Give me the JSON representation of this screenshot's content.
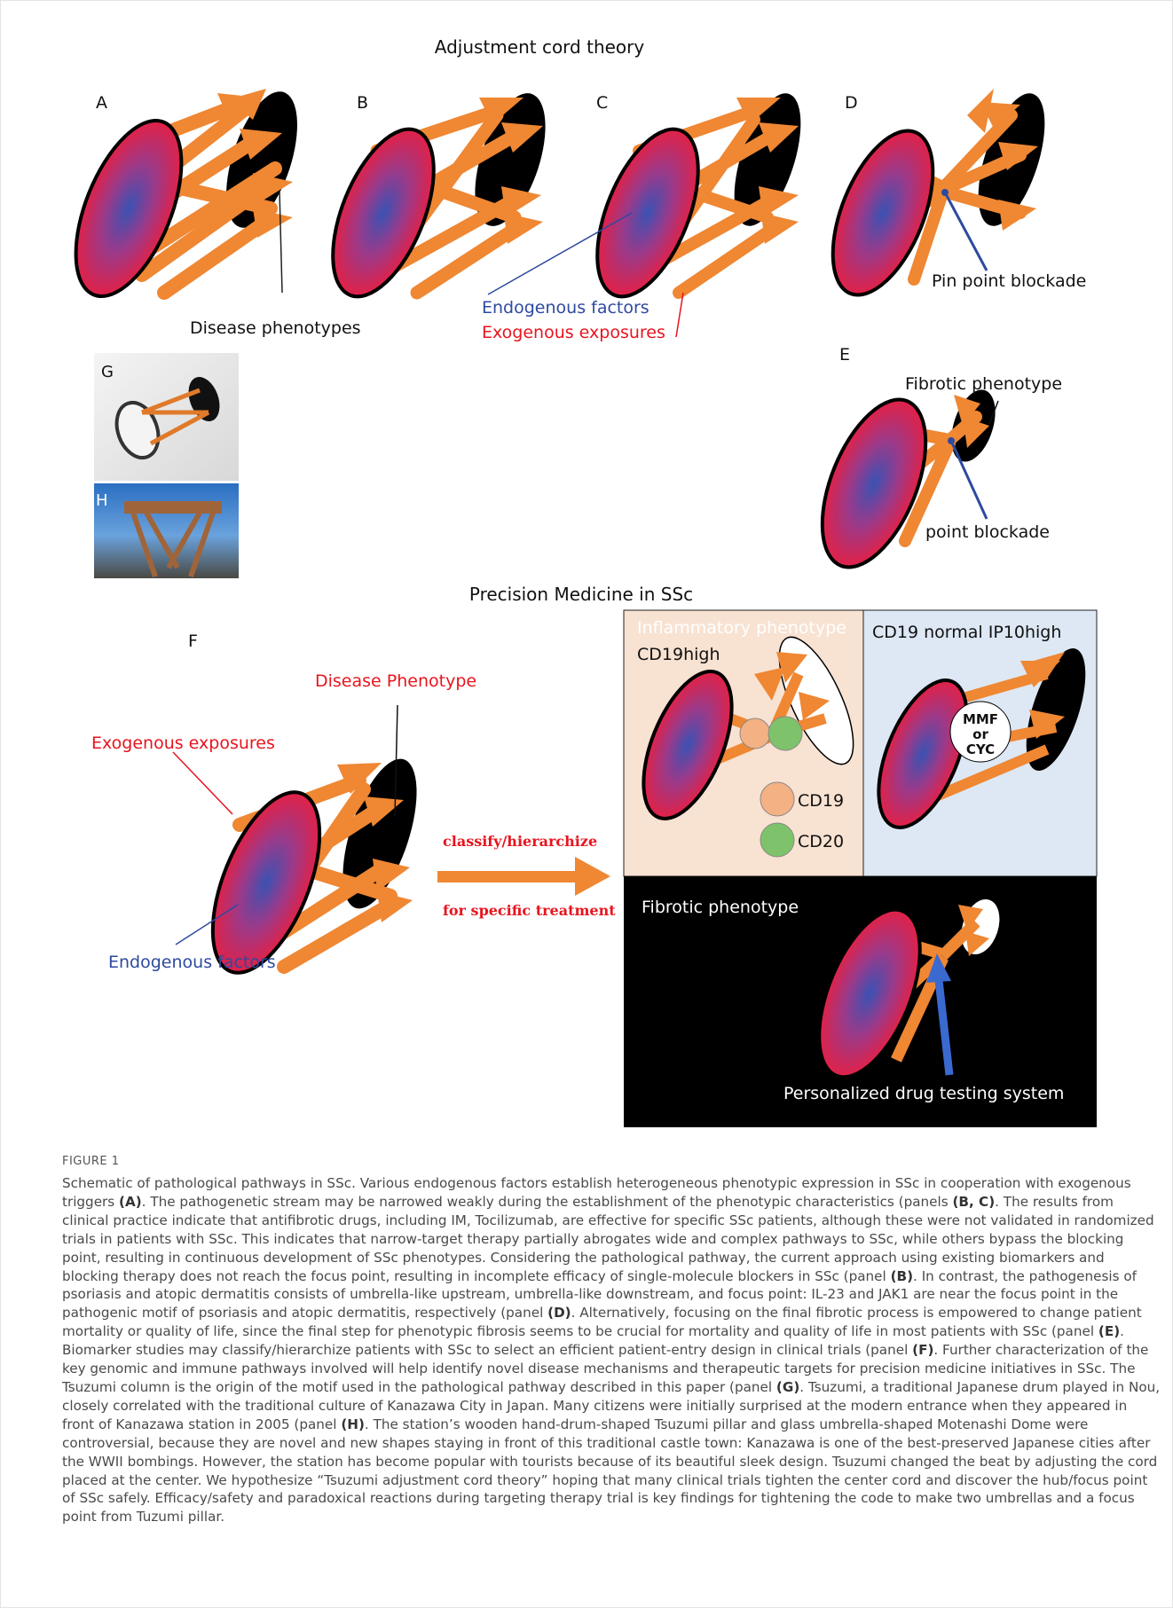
{
  "figure": {
    "title_top": "Adjustment cord theory",
    "title_mid": "Precision Medicine in SSc",
    "panels": {
      "A": "A",
      "B": "B",
      "C": "C",
      "D": "D",
      "E": "E",
      "F": "F",
      "G": "G",
      "H": "H"
    },
    "labels": {
      "disease_phenotypes": "Disease phenotypes",
      "endogenous_factors": "Endogenous factors",
      "exogenous_exposures": "Exogenous exposures",
      "pin_point_blockade": "Pin point blockade",
      "fibrotic_phenotype_e": "Fibrotic phenotype",
      "point_blockade": "point blockade",
      "disease_phenotype_f": "Disease Phenotype",
      "exogenous_exposures_f": "Exogenous exposures",
      "endogenous_factors_f": "Endogenous factors",
      "classify": "classify/hierarchize",
      "for_specific": "for specific treatment",
      "inflammatory_phenotype": "Inflammatory phenotype",
      "cd19high": "CD19high",
      "cd19_normal": "CD19 normal IP10high",
      "mmf_line1": "MMF",
      "mmf_line2": "or",
      "mmf_line3": "CYC",
      "cd19": "CD19",
      "cd20": "CD20",
      "fibrotic_phenotype_box": "Fibrotic phenotype",
      "personalized": "Personalized drug testing system"
    },
    "colors": {
      "cord_orange": "#ef8733",
      "drum_red": "#ee1c3c",
      "drum_blue": "#3a52b3",
      "label_blue": "#2e4aa0",
      "label_red": "#e8141e",
      "box_peach": "#f8e2d2",
      "box_blue": "#dde8f4",
      "box_black": "#000000",
      "cd19_fill": "#f4b184",
      "cd20_fill": "#7ec36b"
    }
  },
  "caption": {
    "label": "FIGURE 1",
    "segments": [
      {
        "t": "Schematic of pathological pathways in SSc. Various endogenous factors establish heterogeneous phenotypic expression in SSc in cooperation with exogenous triggers "
      },
      {
        "b": "(A)"
      },
      {
        "t": ". The pathogenetic stream may be narrowed weakly during the establishment of the phenotypic characteristics (panels "
      },
      {
        "b": "(B, C)"
      },
      {
        "t": ". The results from clinical practice indicate that antifibrotic drugs, including IM, Tocilizumab, are effective for specific SSc patients, although these were not validated in randomized trials in patients with SSc. This indicates that narrow-target therapy partially abrogates wide and complex pathways to SSc, while others bypass the blocking point, resulting in continuous development of SSc phenotypes. Considering the pathological pathway, the current approach using existing biomarkers and blocking therapy does not reach the focus point, resulting in incomplete efficacy of single-molecule blockers in SSc (panel "
      },
      {
        "b": "(B)"
      },
      {
        "t": ". In contrast, the pathogenesis of psoriasis and atopic dermatitis consists of umbrella-like upstream, umbrella-like downstream, and focus point: IL-23 and JAK1 are near the focus point in the pathogenic motif of psoriasis and atopic dermatitis, respectively (panel "
      },
      {
        "b": "(D)"
      },
      {
        "t": ". Alternatively, focusing on the final fibrotic process is empowered to change patient mortality or quality of life, since the final step for phenotypic fibrosis seems to be crucial for mortality and quality of life in most patients with SSc (panel "
      },
      {
        "b": "(E)"
      },
      {
        "t": ". Biomarker studies may classify/hierarchize patients with SSc to select an efficient patient-entry design in clinical trials (panel "
      },
      {
        "b": "(F)"
      },
      {
        "t": ". Further characterization of the key genomic and immune pathways involved will help identify novel disease mechanisms and therapeutic targets for precision medicine initiatives in SSc. The Tsuzumi column is the origin of the motif used in the pathological pathway described in this paper (panel "
      },
      {
        "b": "(G)"
      },
      {
        "t": ". Tsuzumi, a traditional Japanese drum played in Nou, closely correlated with the traditional culture of Kanazawa City in Japan. Many citizens were initially surprised at the modern entrance when they appeared in front of Kanazawa station in 2005 (panel "
      },
      {
        "b": "(H)"
      },
      {
        "t": ". The station’s wooden hand-drum-shaped Tsuzumi pillar and glass umbrella-shaped Motenashi Dome were controversial, because they are novel and new shapes staying in front of this traditional castle town: Kanazawa is one of the best-preserved Japanese cities after the WWII bombings. However, the station has become popular with tourists because of its beautiful sleek design. Tsuzumi changed the beat by adjusting the cord placed at the center. We hypothesize “Tsuzumi adjustment cord theory” hoping that many clinical trials tighten the center cord and discover the hub/focus point of SSc safely. Efficacy/safety and paradoxical reactions during targeting therapy trial is key findings for tightening the code to make two umbrellas and a focus point from Tuzumi pillar."
      }
    ]
  }
}
